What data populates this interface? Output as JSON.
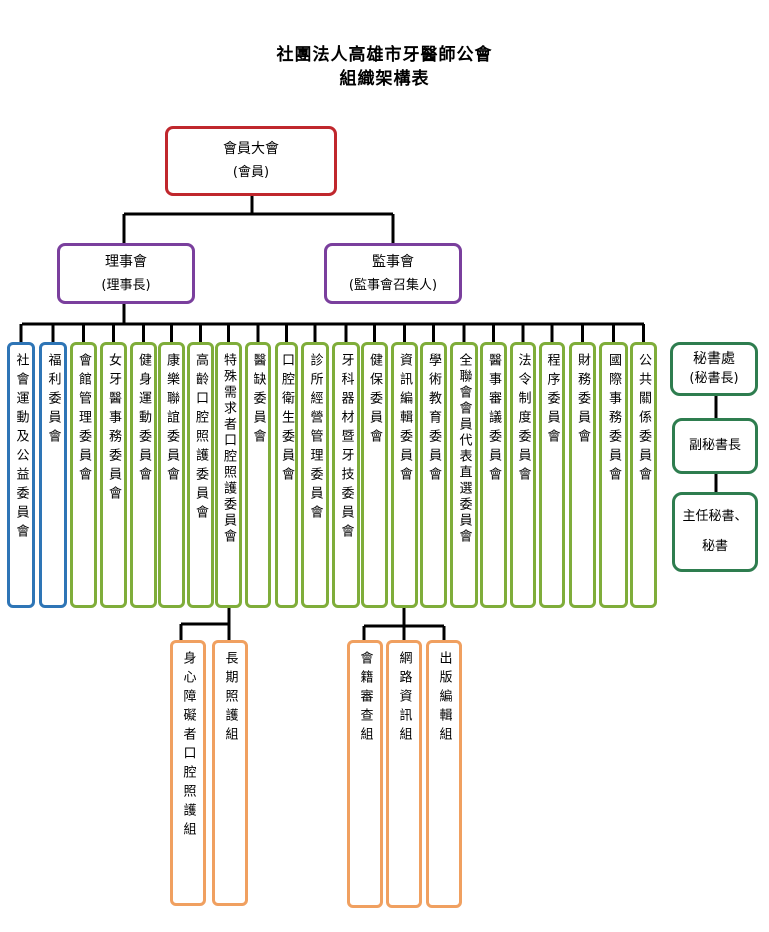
{
  "title_line1": "社團法人高雄市牙醫師公會",
  "title_line2": "組織架構表",
  "top": {
    "name": "會員大會",
    "sub": "(會員)"
  },
  "board": {
    "name": "理事會",
    "sub": "(理事長)"
  },
  "supervisors": {
    "name": "監事會",
    "sub": "(監事會召集人)"
  },
  "secretariat": {
    "name": "秘書處",
    "sub": "(秘書長)",
    "deputy": "副秘書長",
    "staff": "主任秘書、秘書"
  },
  "committees": [
    "社會運動及公益委員會",
    "福利委員會",
    "會館管理委員會",
    "女牙醫事務委員會",
    "健身運動委員會",
    "康樂聯誼委員會",
    "高齡口腔照護委員會",
    "特殊需求者口腔照護委員會",
    "醫缺委員會",
    "口腔衛生委員會",
    "診所經營管理委員會",
    "牙科器材暨牙技委員會",
    "健保委員會",
    "資訊編輯委員會",
    "學術教育委員會",
    "全聯會會員代表直選委員會",
    "醫事審議委員會",
    "法令制度委員會",
    "程序委員會",
    "財務委員會",
    "國際事務委員會",
    "公共關係委員會"
  ],
  "groups_special": [
    "身心障礙者口腔照護組",
    "長期照護組"
  ],
  "groups_info": [
    "會籍審查組",
    "網路資訊組",
    "出版編輯組"
  ],
  "colors": {
    "top": "#c0272d",
    "council": "#7a3f9d",
    "social": "#2e75b6",
    "committee": "#7fad3a",
    "group": "#f0a060",
    "secretariat": "#2e7d4f"
  }
}
